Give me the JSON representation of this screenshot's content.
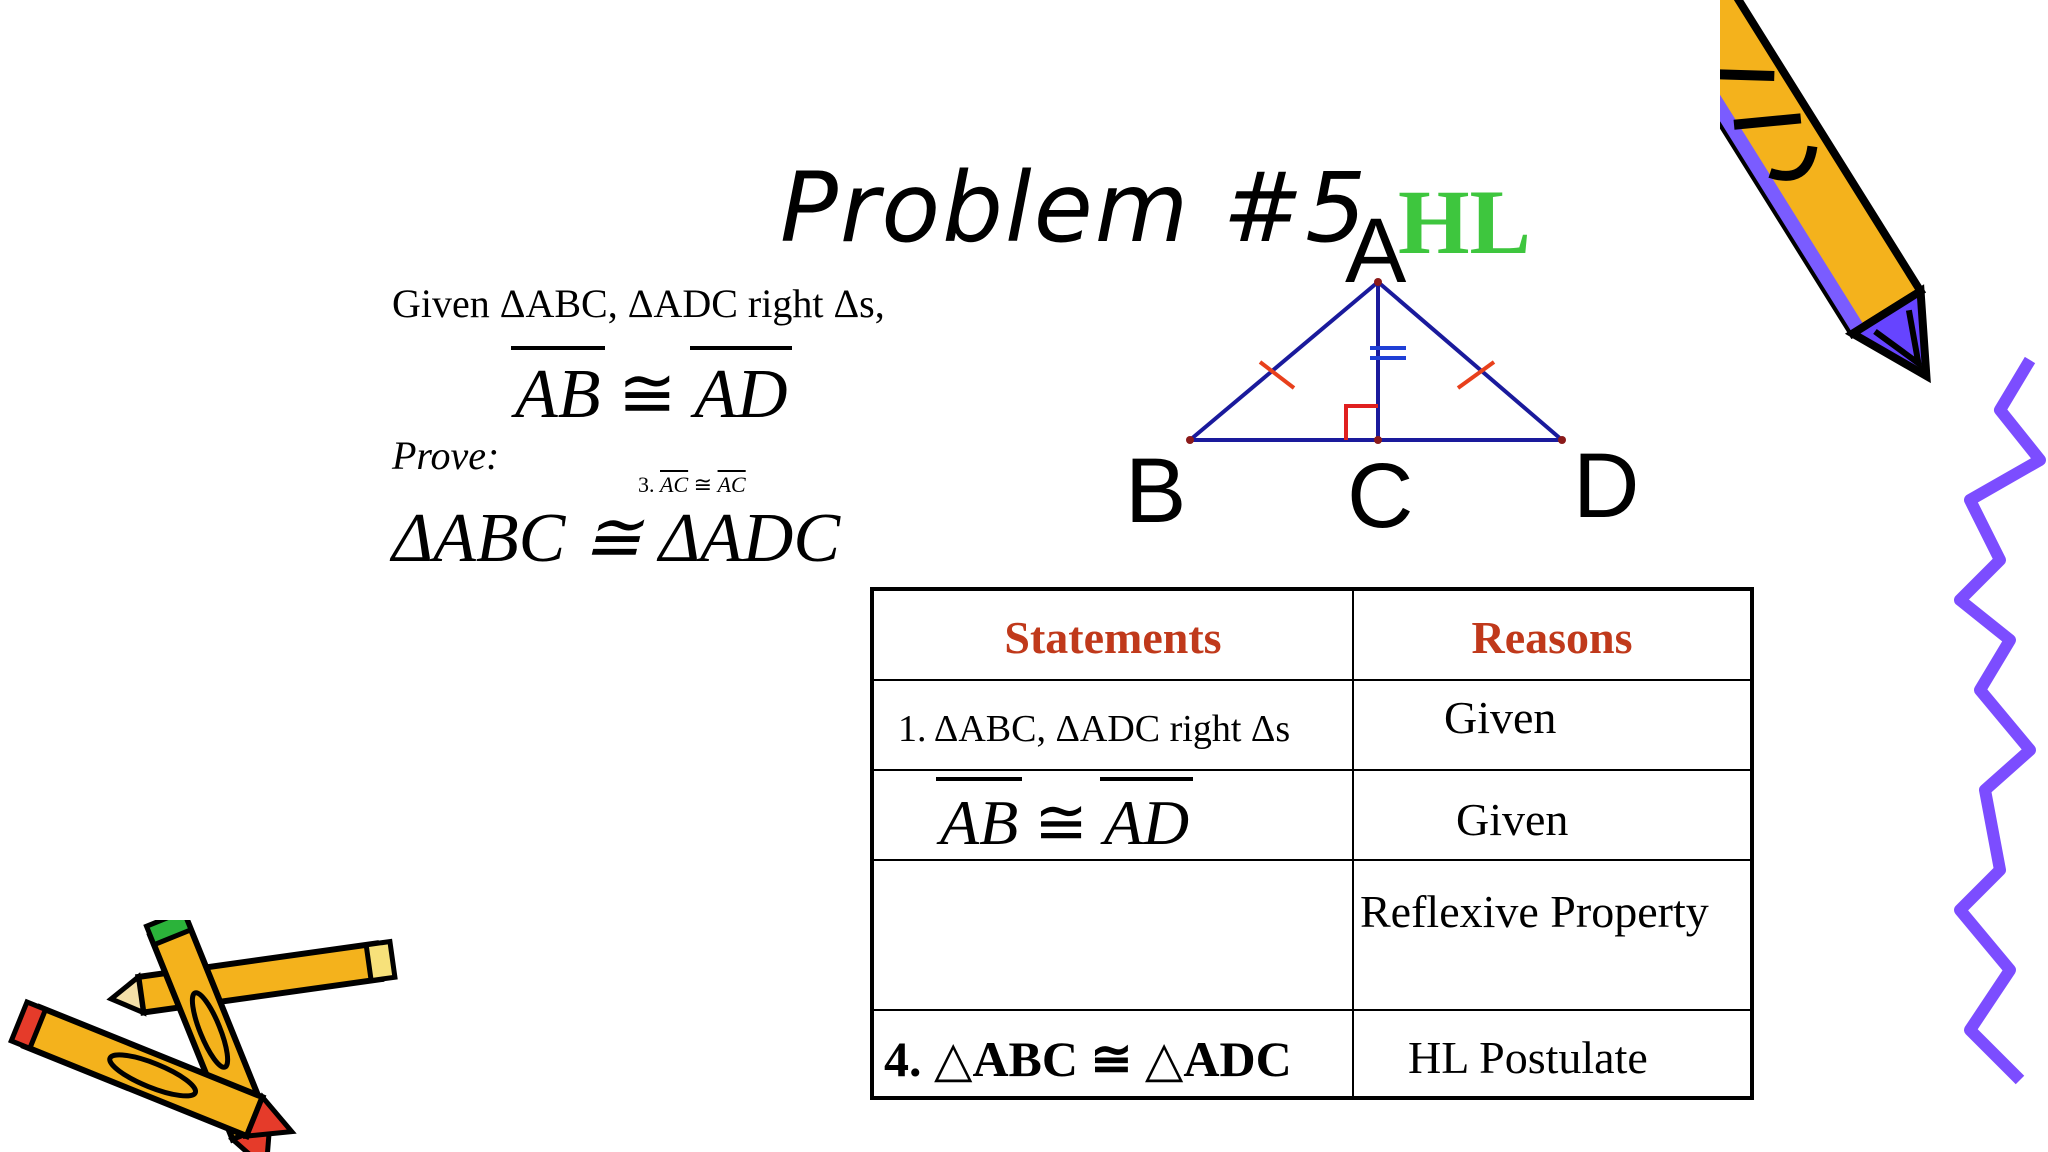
{
  "title": "Problem #5",
  "method_label": "HL",
  "given": {
    "line": "Given ΔABC, ΔADC right Δs,",
    "segment_left": "AB",
    "congruent_symbol": "≅",
    "segment_right": "AD"
  },
  "prove": {
    "label": "Prove:",
    "note_prefix": "3.",
    "note_left": "AC",
    "note_symbol": "≅",
    "note_right": "AC",
    "statement": "ΔABC ≅ ΔADC"
  },
  "diagram": {
    "point_a": "A",
    "point_b": "B",
    "point_c": "C",
    "point_d": "D",
    "line_color": "#1a1a9c",
    "tick_color": "#e8401c",
    "altitude_tick_color": "#1f3fd6",
    "right_angle_color": "#e01f1f"
  },
  "table": {
    "headers": [
      "Statements",
      "Reasons"
    ],
    "rows": [
      {
        "statement": "1. ΔABC, ΔADC right Δs",
        "reason": "Given"
      },
      {
        "statement_left": "AB",
        "statement_symbol": "≅",
        "statement_right": "AD",
        "reason": "Given"
      },
      {
        "statement": "",
        "reason": "Reflexive Property"
      },
      {
        "statement": "4. △ABC ≅ △ADC",
        "reason": "HL  Postulate"
      }
    ],
    "header_color": "#c0391b"
  },
  "decorations": {
    "top_right": "pencil-clipart-icon",
    "bottom_left": "crossed-pencils-icon",
    "right_edge": "purple-squiggle-icon"
  }
}
